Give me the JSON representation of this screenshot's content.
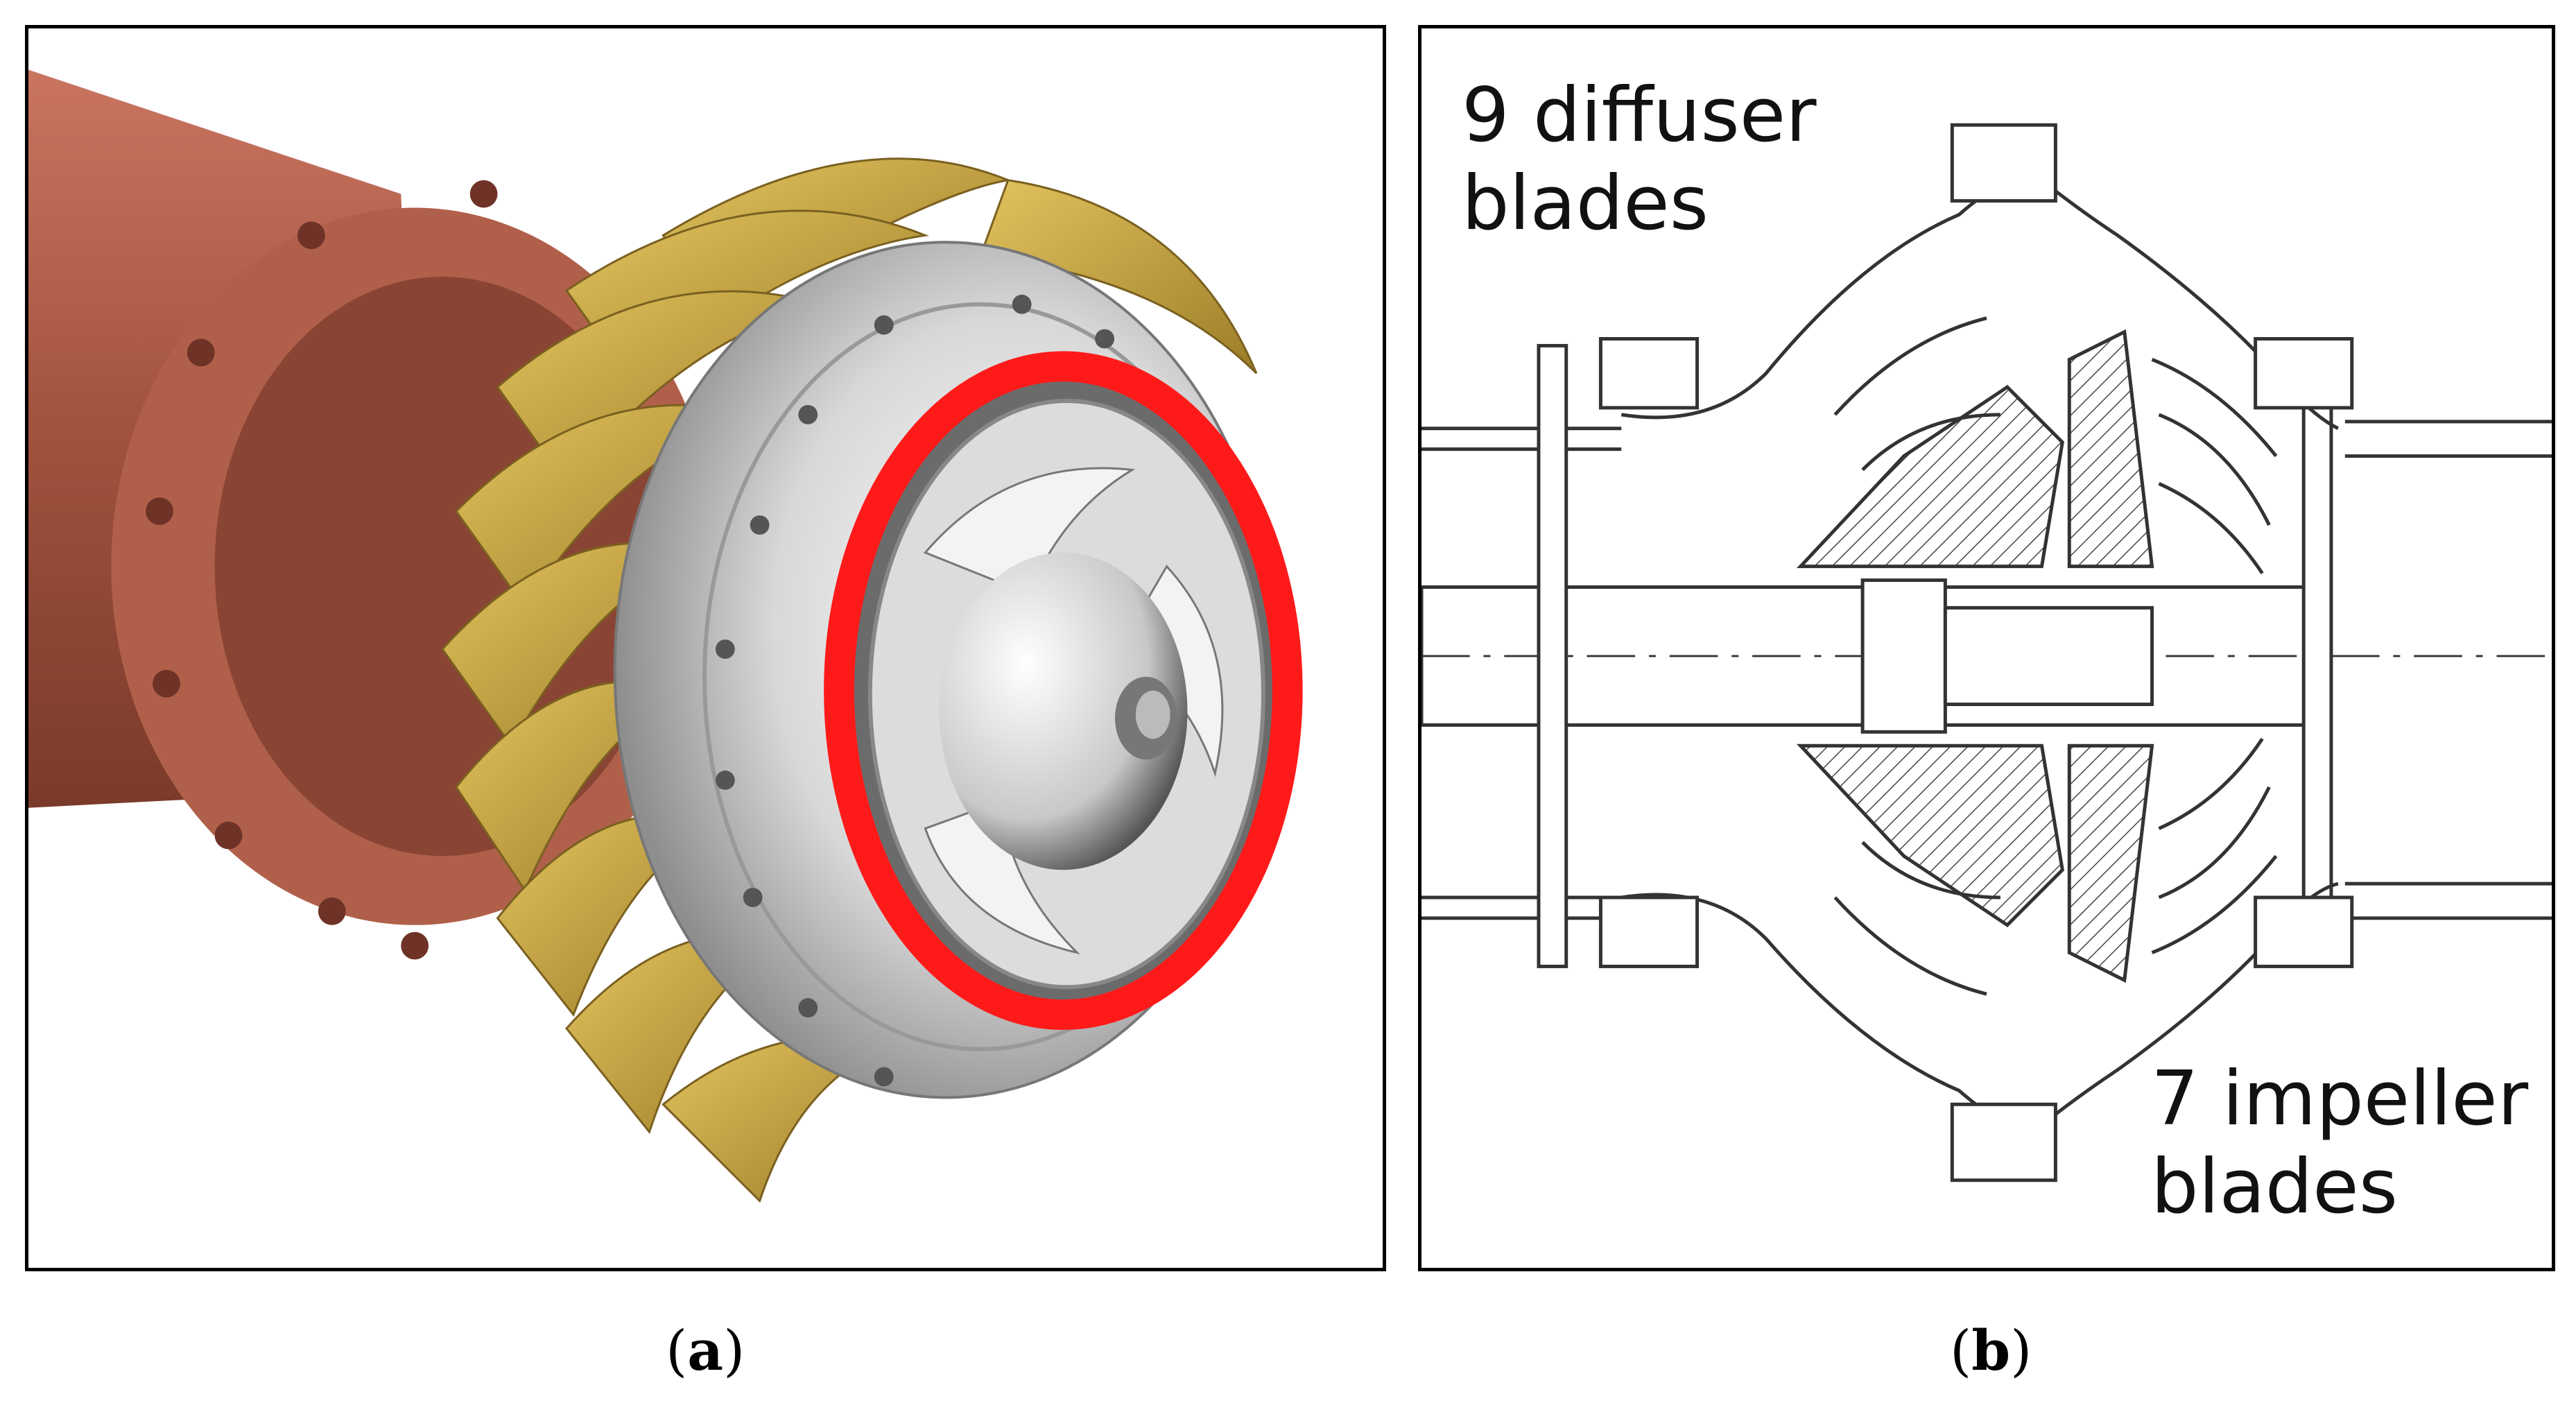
{
  "panels": [
    {
      "id": "a",
      "caption": {
        "open": "(",
        "letter": "a",
        "close": ")"
      }
    },
    {
      "id": "b",
      "caption": {
        "open": "(",
        "letter": "b",
        "close": ")"
      },
      "annotations": {
        "diffuser": "9 diffuser\nblades",
        "impeller": "7 impeller\nblades"
      }
    }
  ],
  "colors": {
    "pipe": "#a0523e",
    "diffuser_blades": "#c9a640",
    "hub": "#b9b9b9",
    "seal_ring": "#ff1a1a",
    "line_drawing": "#333333"
  },
  "icons": [
    "pump-3d-render",
    "pump-cross-section-drawing"
  ]
}
